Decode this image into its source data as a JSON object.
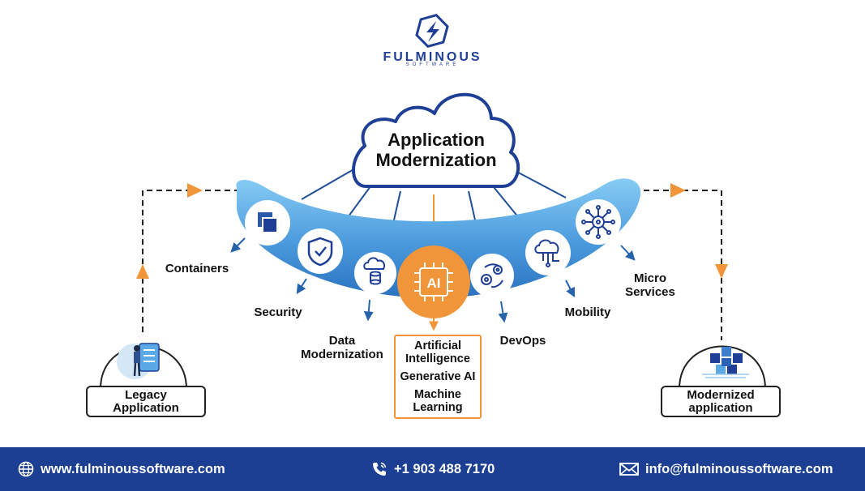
{
  "brand": {
    "name": "FULMINOUS",
    "tagline": "SOFTWARE"
  },
  "center": {
    "title_line1": "Application",
    "title_line2": "Modernization",
    "center_icon": "AI"
  },
  "items": {
    "containers": "Containers",
    "security": "Security",
    "data_line1": "Data",
    "data_line2": "Modernization",
    "devops": "DevOps",
    "mobility": "Mobility",
    "micro_line1": "Micro",
    "micro_line2": "Services"
  },
  "ai_box": {
    "line1": "Artificial",
    "line2": "Intelligence",
    "line3": "Generative AI",
    "line4": "Machine",
    "line5": "Learning"
  },
  "legacy": {
    "line1": "Legacy",
    "line2": "Application"
  },
  "modernized": {
    "line1": "Modernized",
    "line2": "application"
  },
  "footer": {
    "website": "www.fulminoussoftware.com",
    "phone": "+1 903 488 7170",
    "email": "info@fulminoussoftware.com"
  },
  "colors": {
    "brand_blue": "#1e3f95",
    "footer_blue": "#1c3f93",
    "arc_light": "#7ec6f2",
    "arc_dark": "#2f7cc9",
    "accent_orange": "#f0953a",
    "arrow_blue": "#2563ab"
  }
}
